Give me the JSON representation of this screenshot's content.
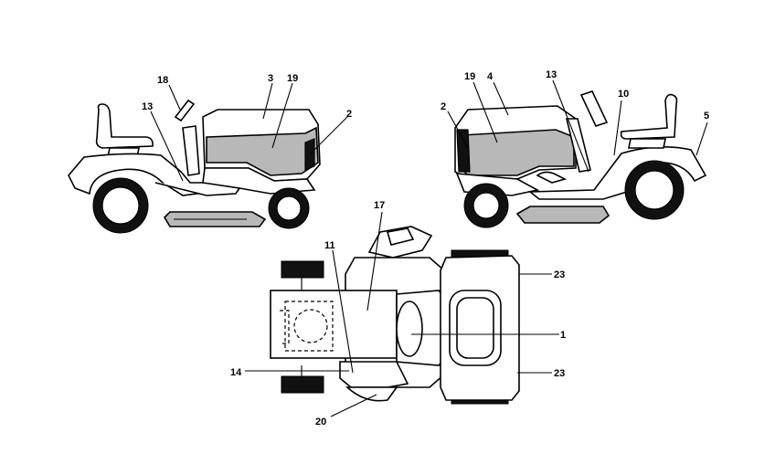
{
  "callouts": {
    "left_view": {
      "c18": "18",
      "c13": "13",
      "c3": "3",
      "c19": "19",
      "c2": "2"
    },
    "right_view": {
      "c2": "2",
      "c19": "19",
      "c4": "4",
      "c13": "13",
      "c10": "10",
      "c5": "5"
    },
    "top_view": {
      "c17": "17",
      "c11": "11",
      "c23a": "23",
      "c1": "1",
      "c14": "14",
      "c23b": "23",
      "c20": "20"
    }
  }
}
